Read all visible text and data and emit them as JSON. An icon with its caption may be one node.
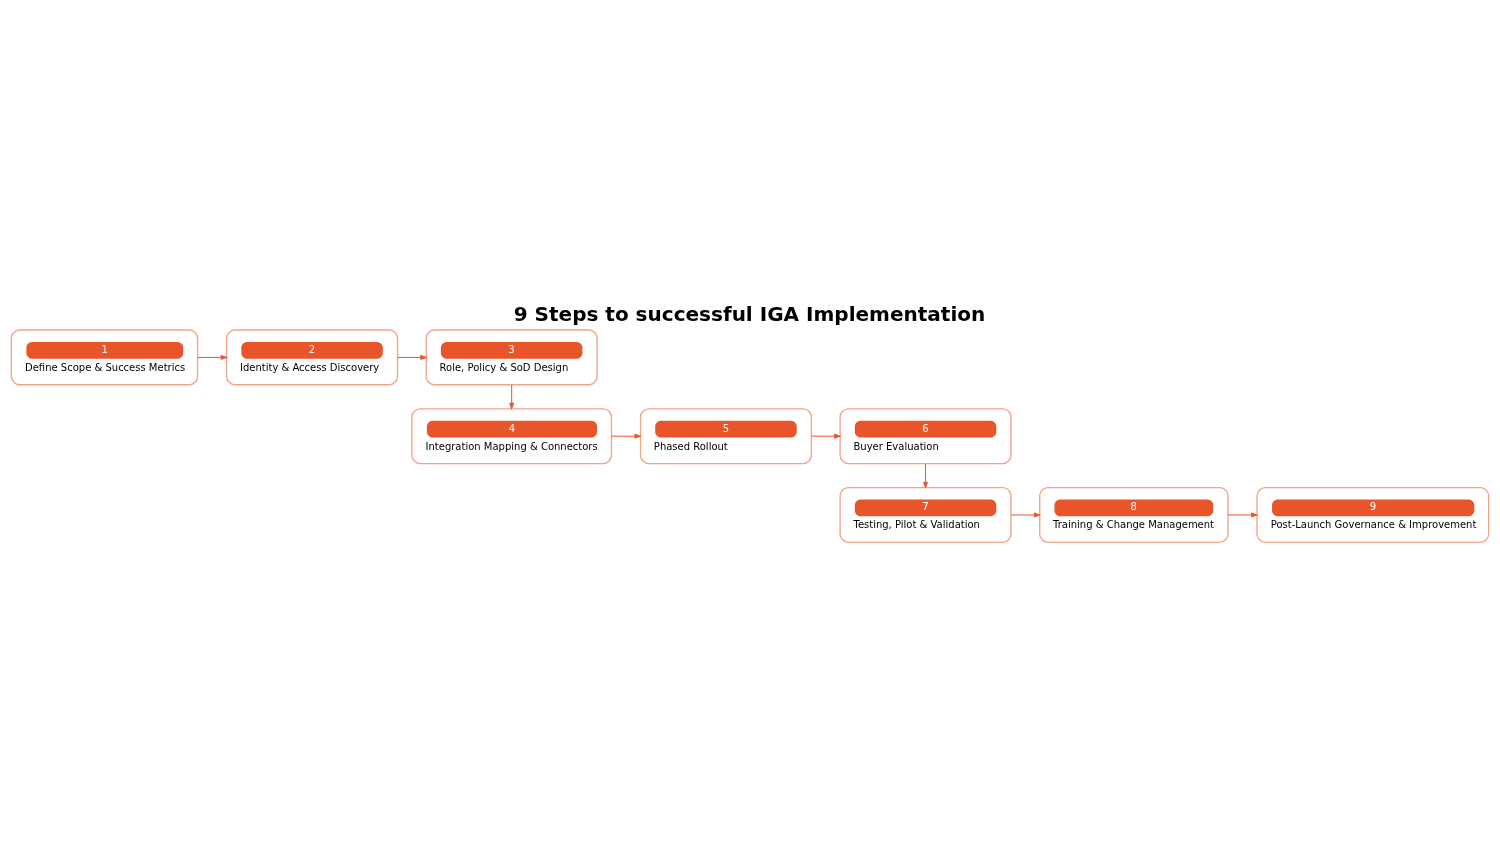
{
  "diagram": {
    "title": "9 Steps to successful IGA Implementation",
    "nodes": [
      {
        "text": [
          "1",
          "Define Scope & Success Metrics"
        ]
      },
      {
        "text": [
          "2",
          "Identity & Access Discovery"
        ]
      },
      {
        "text": [
          "3",
          "Role, Policy & SoD Design"
        ]
      },
      {
        "text": [
          "4",
          "Integration Mapping & Connectors"
        ]
      },
      {
        "text": [
          "5",
          "Phased Rollout"
        ]
      },
      {
        "text": [
          "6",
          "Buyer Evaluation"
        ]
      },
      {
        "text": [
          "7",
          "Testing, Pilot & Validation"
        ]
      },
      {
        "text": [
          "8",
          "Training & Change Management"
        ]
      },
      {
        "text": [
          "9",
          "Post-Launch Governance & Improvement"
        ]
      }
    ],
    "edges": [
      {
        "from": 0,
        "to": 1,
        "arrow": "to"
      },
      {
        "from": 1,
        "to": 2,
        "arrow": "to"
      },
      {
        "from": 2,
        "to": 3,
        "arrow": "to"
      },
      {
        "from": 3,
        "to": 4,
        "arrow": "to"
      },
      {
        "from": 4,
        "to": 5,
        "arrow": "to"
      },
      {
        "from": 5,
        "to": 6,
        "arrow": "to"
      },
      {
        "from": 6,
        "to": 7,
        "arrow": "to"
      },
      {
        "from": 7,
        "to": 8,
        "arrow": "to"
      }
    ]
  }
}
